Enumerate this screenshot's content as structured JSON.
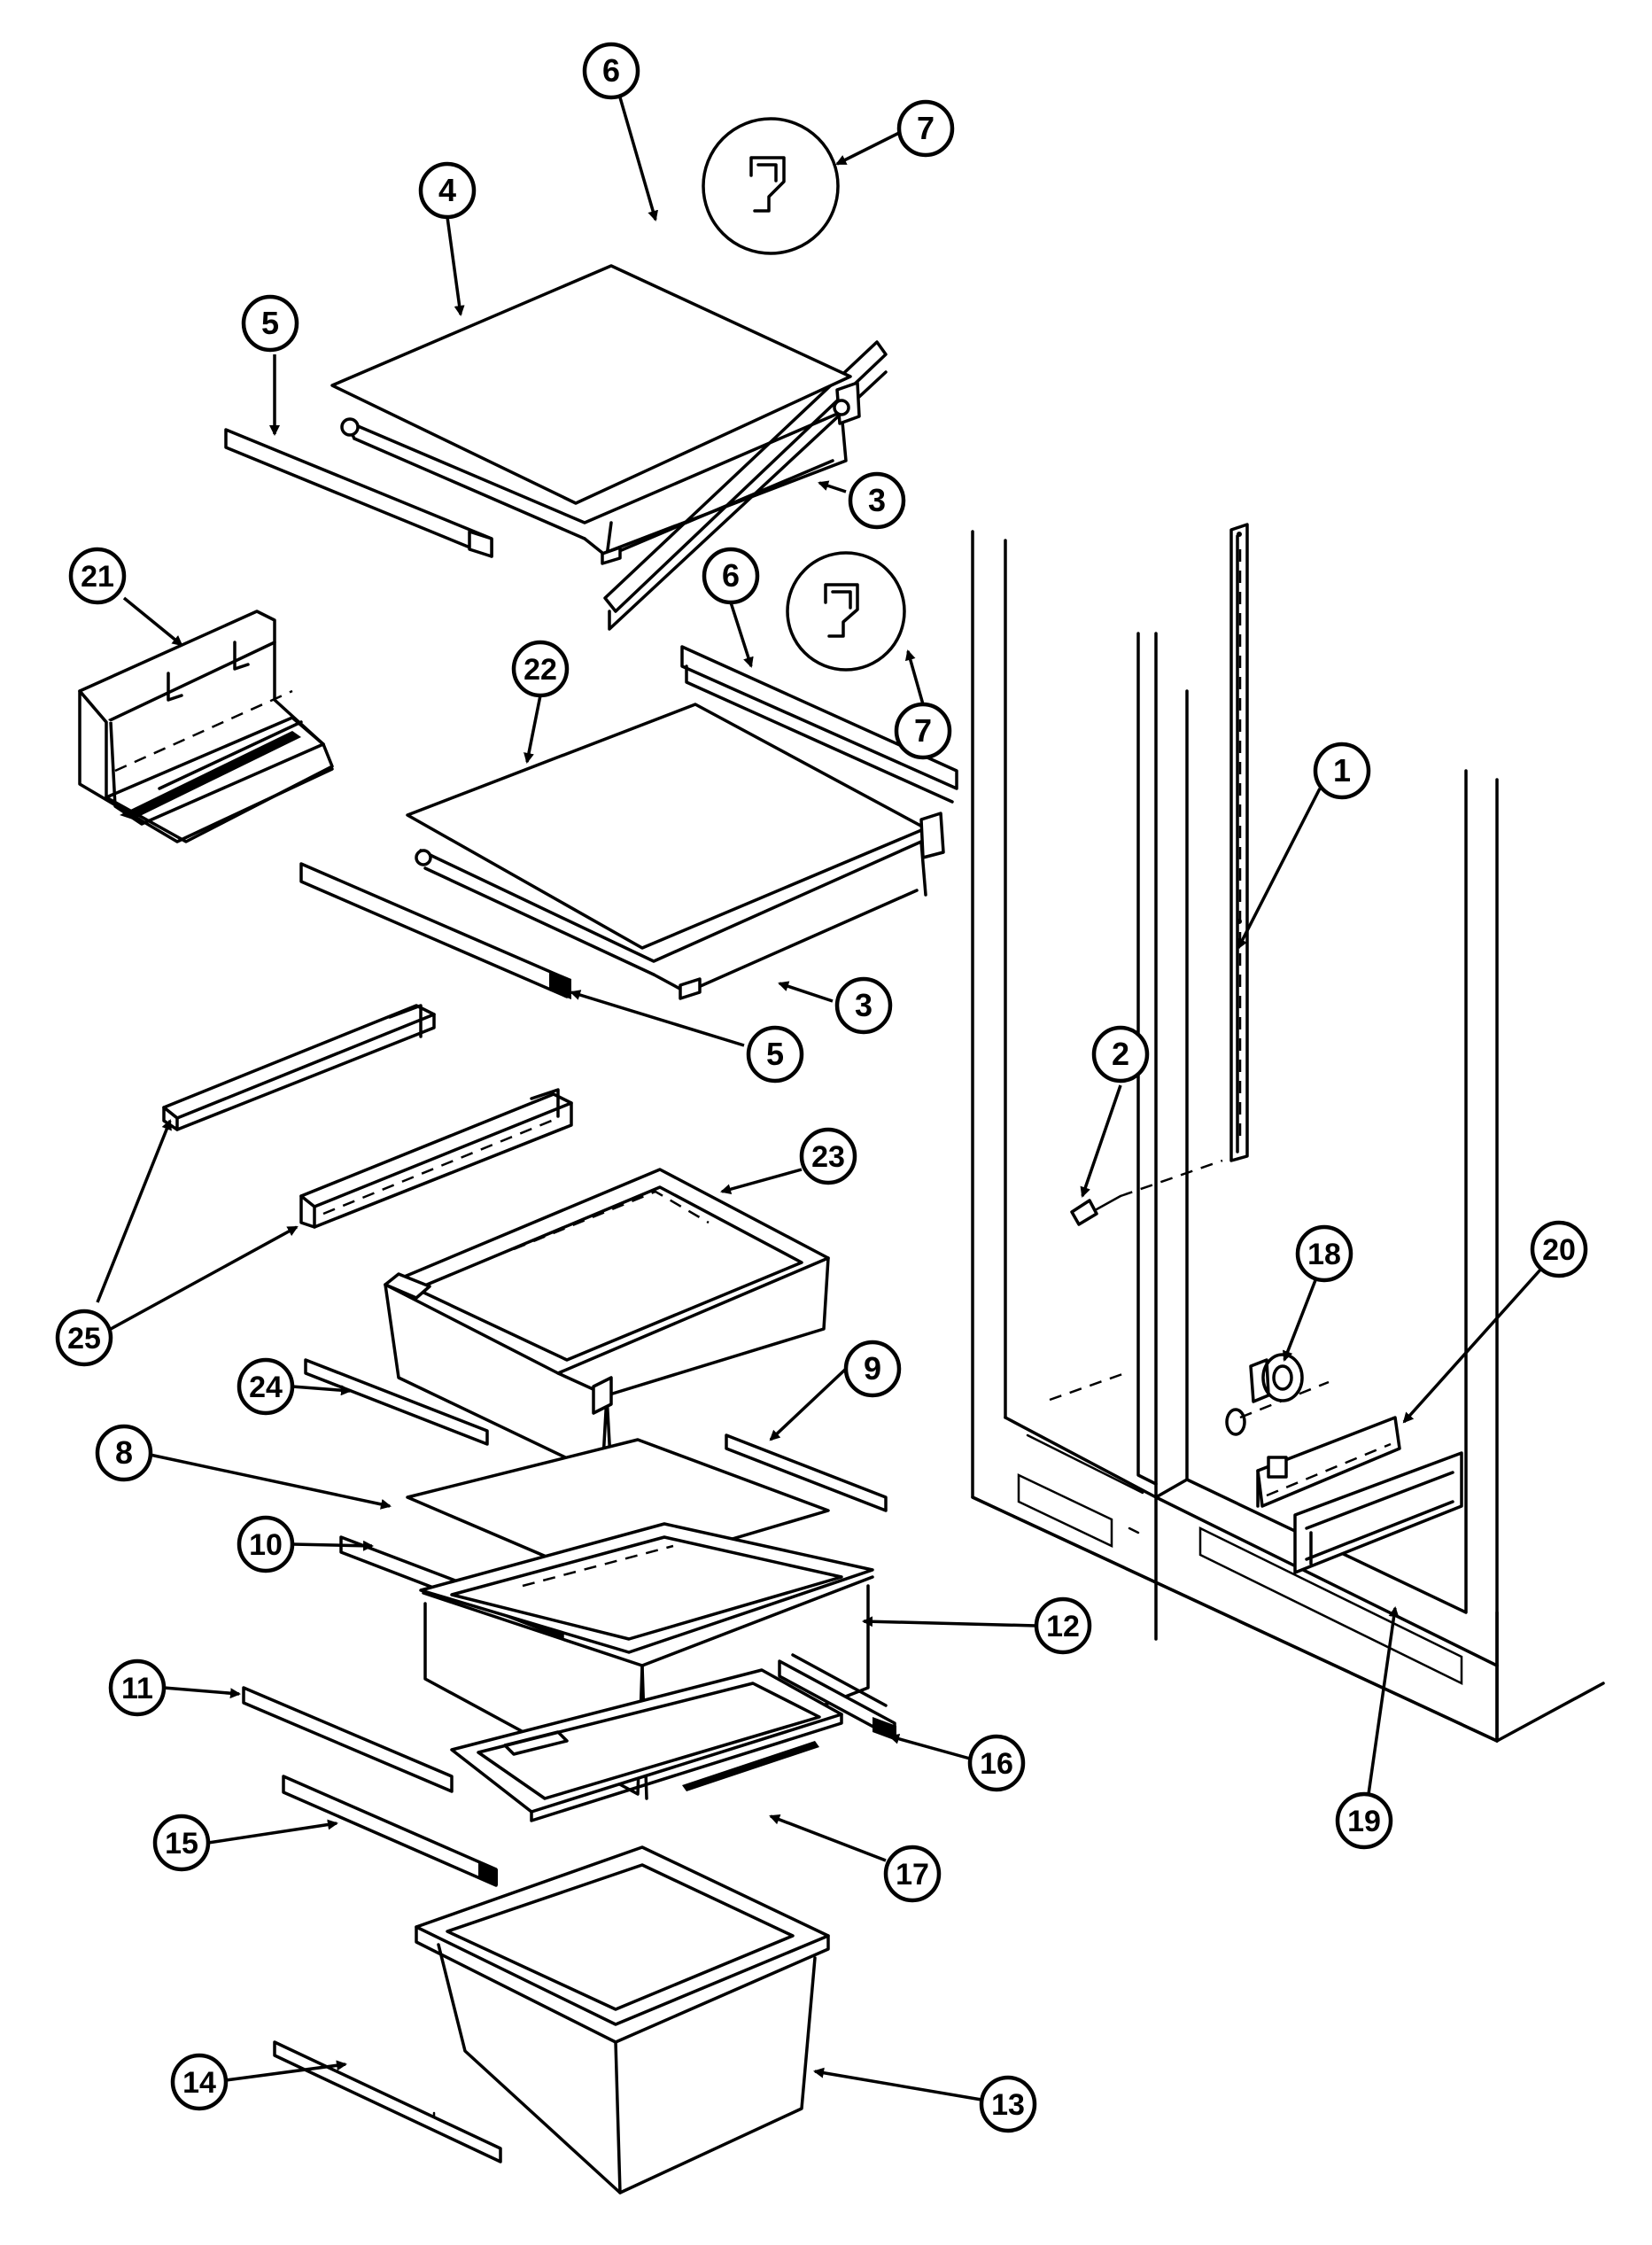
{
  "diagram": {
    "type": "exploded parts diagram",
    "callouts": [
      {
        "id": "c1",
        "label": "1"
      },
      {
        "id": "c2",
        "label": "2"
      },
      {
        "id": "c3a",
        "label": "3"
      },
      {
        "id": "c3b",
        "label": "3"
      },
      {
        "id": "c4",
        "label": "4"
      },
      {
        "id": "c5a",
        "label": "5"
      },
      {
        "id": "c5b",
        "label": "5"
      },
      {
        "id": "c6a",
        "label": "6"
      },
      {
        "id": "c6b",
        "label": "6"
      },
      {
        "id": "c7a",
        "label": "7"
      },
      {
        "id": "c7b",
        "label": "7"
      },
      {
        "id": "c8",
        "label": "8"
      },
      {
        "id": "c9",
        "label": "9"
      },
      {
        "id": "c10",
        "label": "10"
      },
      {
        "id": "c11",
        "label": "11"
      },
      {
        "id": "c12",
        "label": "12"
      },
      {
        "id": "c13",
        "label": "13"
      },
      {
        "id": "c14",
        "label": "14"
      },
      {
        "id": "c15",
        "label": "15"
      },
      {
        "id": "c16",
        "label": "16"
      },
      {
        "id": "c17",
        "label": "17"
      },
      {
        "id": "c18",
        "label": "18"
      },
      {
        "id": "c19",
        "label": "19"
      },
      {
        "id": "c20",
        "label": "20"
      },
      {
        "id": "c21",
        "label": "21"
      },
      {
        "id": "c22",
        "label": "22"
      },
      {
        "id": "c23",
        "label": "23"
      },
      {
        "id": "c24",
        "label": "24"
      },
      {
        "id": "c25",
        "label": "25"
      }
    ]
  }
}
